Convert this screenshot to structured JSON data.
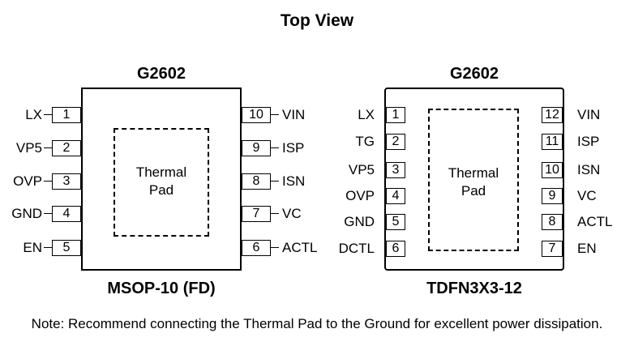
{
  "title": "Top View",
  "note": "Note: Recommend connecting the Thermal Pad to the Ground for excellent power dissipation.",
  "packages": [
    {
      "chip": "G2602",
      "package": "MSOP-10 (FD)",
      "pad_label_line1": "Thermal",
      "pad_label_line2": "Pad",
      "left_pins": [
        {
          "num": "1",
          "name": "LX"
        },
        {
          "num": "2",
          "name": "VP5"
        },
        {
          "num": "3",
          "name": "OVP"
        },
        {
          "num": "4",
          "name": "GND"
        },
        {
          "num": "5",
          "name": "EN"
        }
      ],
      "right_pins": [
        {
          "num": "10",
          "name": "VIN"
        },
        {
          "num": "9",
          "name": "ISP"
        },
        {
          "num": "8",
          "name": "ISN"
        },
        {
          "num": "7",
          "name": "VC"
        },
        {
          "num": "6",
          "name": "ACTL"
        }
      ]
    },
    {
      "chip": "G2602",
      "package": "TDFN3X3-12",
      "pad_label_line1": "Thermal",
      "pad_label_line2": "Pad",
      "left_pins": [
        {
          "num": "1",
          "name": "LX"
        },
        {
          "num": "2",
          "name": "TG"
        },
        {
          "num": "3",
          "name": "VP5"
        },
        {
          "num": "4",
          "name": "OVP"
        },
        {
          "num": "5",
          "name": "GND"
        },
        {
          "num": "6",
          "name": "DCTL"
        }
      ],
      "right_pins": [
        {
          "num": "12",
          "name": "VIN"
        },
        {
          "num": "11",
          "name": "ISP"
        },
        {
          "num": "10",
          "name": "ISN"
        },
        {
          "num": "9",
          "name": "VC"
        },
        {
          "num": "8",
          "name": "ACTL"
        },
        {
          "num": "7",
          "name": "EN"
        }
      ]
    }
  ]
}
